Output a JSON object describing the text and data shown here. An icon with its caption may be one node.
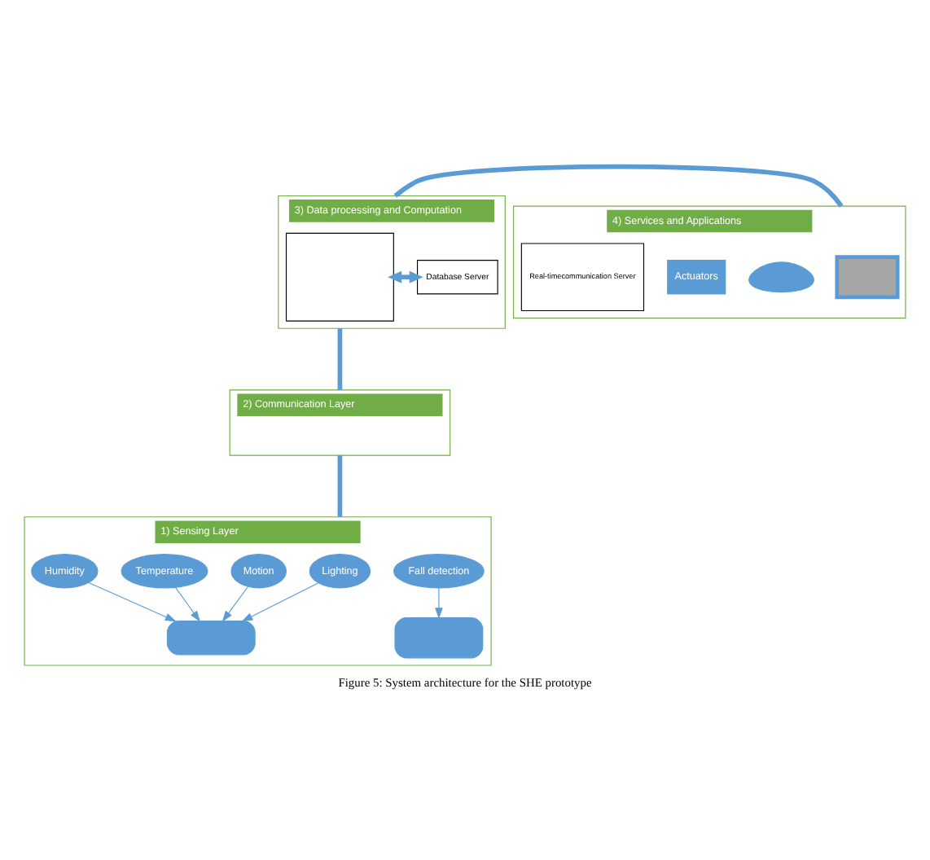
{
  "diagram": {
    "caption": "Figure 5: System architecture for the SHE prototype",
    "nodes": [
      {
        "text": [
          "3) Data processing and Computation"
        ]
      },
      {
        "text": [],
        "shape": "box",
        "in": 0
      },
      {
        "text": [
          "Database Server"
        ],
        "in": 0
      },
      {
        "text": [
          "4) Services and Applications"
        ]
      },
      {
        "text": [],
        "shape": "box",
        "in": 3
      },
      {
        "text": [],
        "shape": "cloud",
        "in": 3
      },
      {
        "text": [
          "Actuators"
        ],
        "in": 3
      },
      {
        "text": [
          "Real-timecommunication Server"
        ],
        "in": 3
      },
      {
        "text": [
          "2) Communication Layer"
        ]
      },
      {
        "text": [
          "1) Sensing Layer"
        ]
      },
      {
        "text": [
          "Lighting"
        ],
        "in": 9
      },
      {
        "text": [
          "Motion"
        ],
        "in": 9
      },
      {
        "text": [],
        "shape": "box",
        "in": 9
      },
      {
        "text": [],
        "shape": "box",
        "in": 9
      },
      {
        "text": [
          "Fall detection"
        ],
        "in": 9
      },
      {
        "text": [
          "Temperature"
        ],
        "in": 9
      },
      {
        "text": [
          "Humidity"
        ],
        "in": 9
      }
    ],
    "edges": [
      {
        "from": 1,
        "to": 2,
        "arrow": "both",
        "style": "thick"
      },
      {
        "from": 0,
        "to": 3,
        "arrow": "none",
        "style": "thick"
      },
      {
        "from": 0,
        "to": 8,
        "arrow": "none",
        "style": "thick"
      },
      {
        "from": 8,
        "to": 9,
        "arrow": "none",
        "style": "thick"
      },
      {
        "from": 10,
        "to": 12,
        "arrow": "to"
      },
      {
        "from": 11,
        "to": 12,
        "arrow": "to"
      },
      {
        "from": 15,
        "to": 12,
        "arrow": "to"
      },
      {
        "from": 16,
        "to": 12,
        "arrow": "to"
      },
      {
        "from": 14,
        "to": 13,
        "arrow": "to"
      }
    ]
  }
}
